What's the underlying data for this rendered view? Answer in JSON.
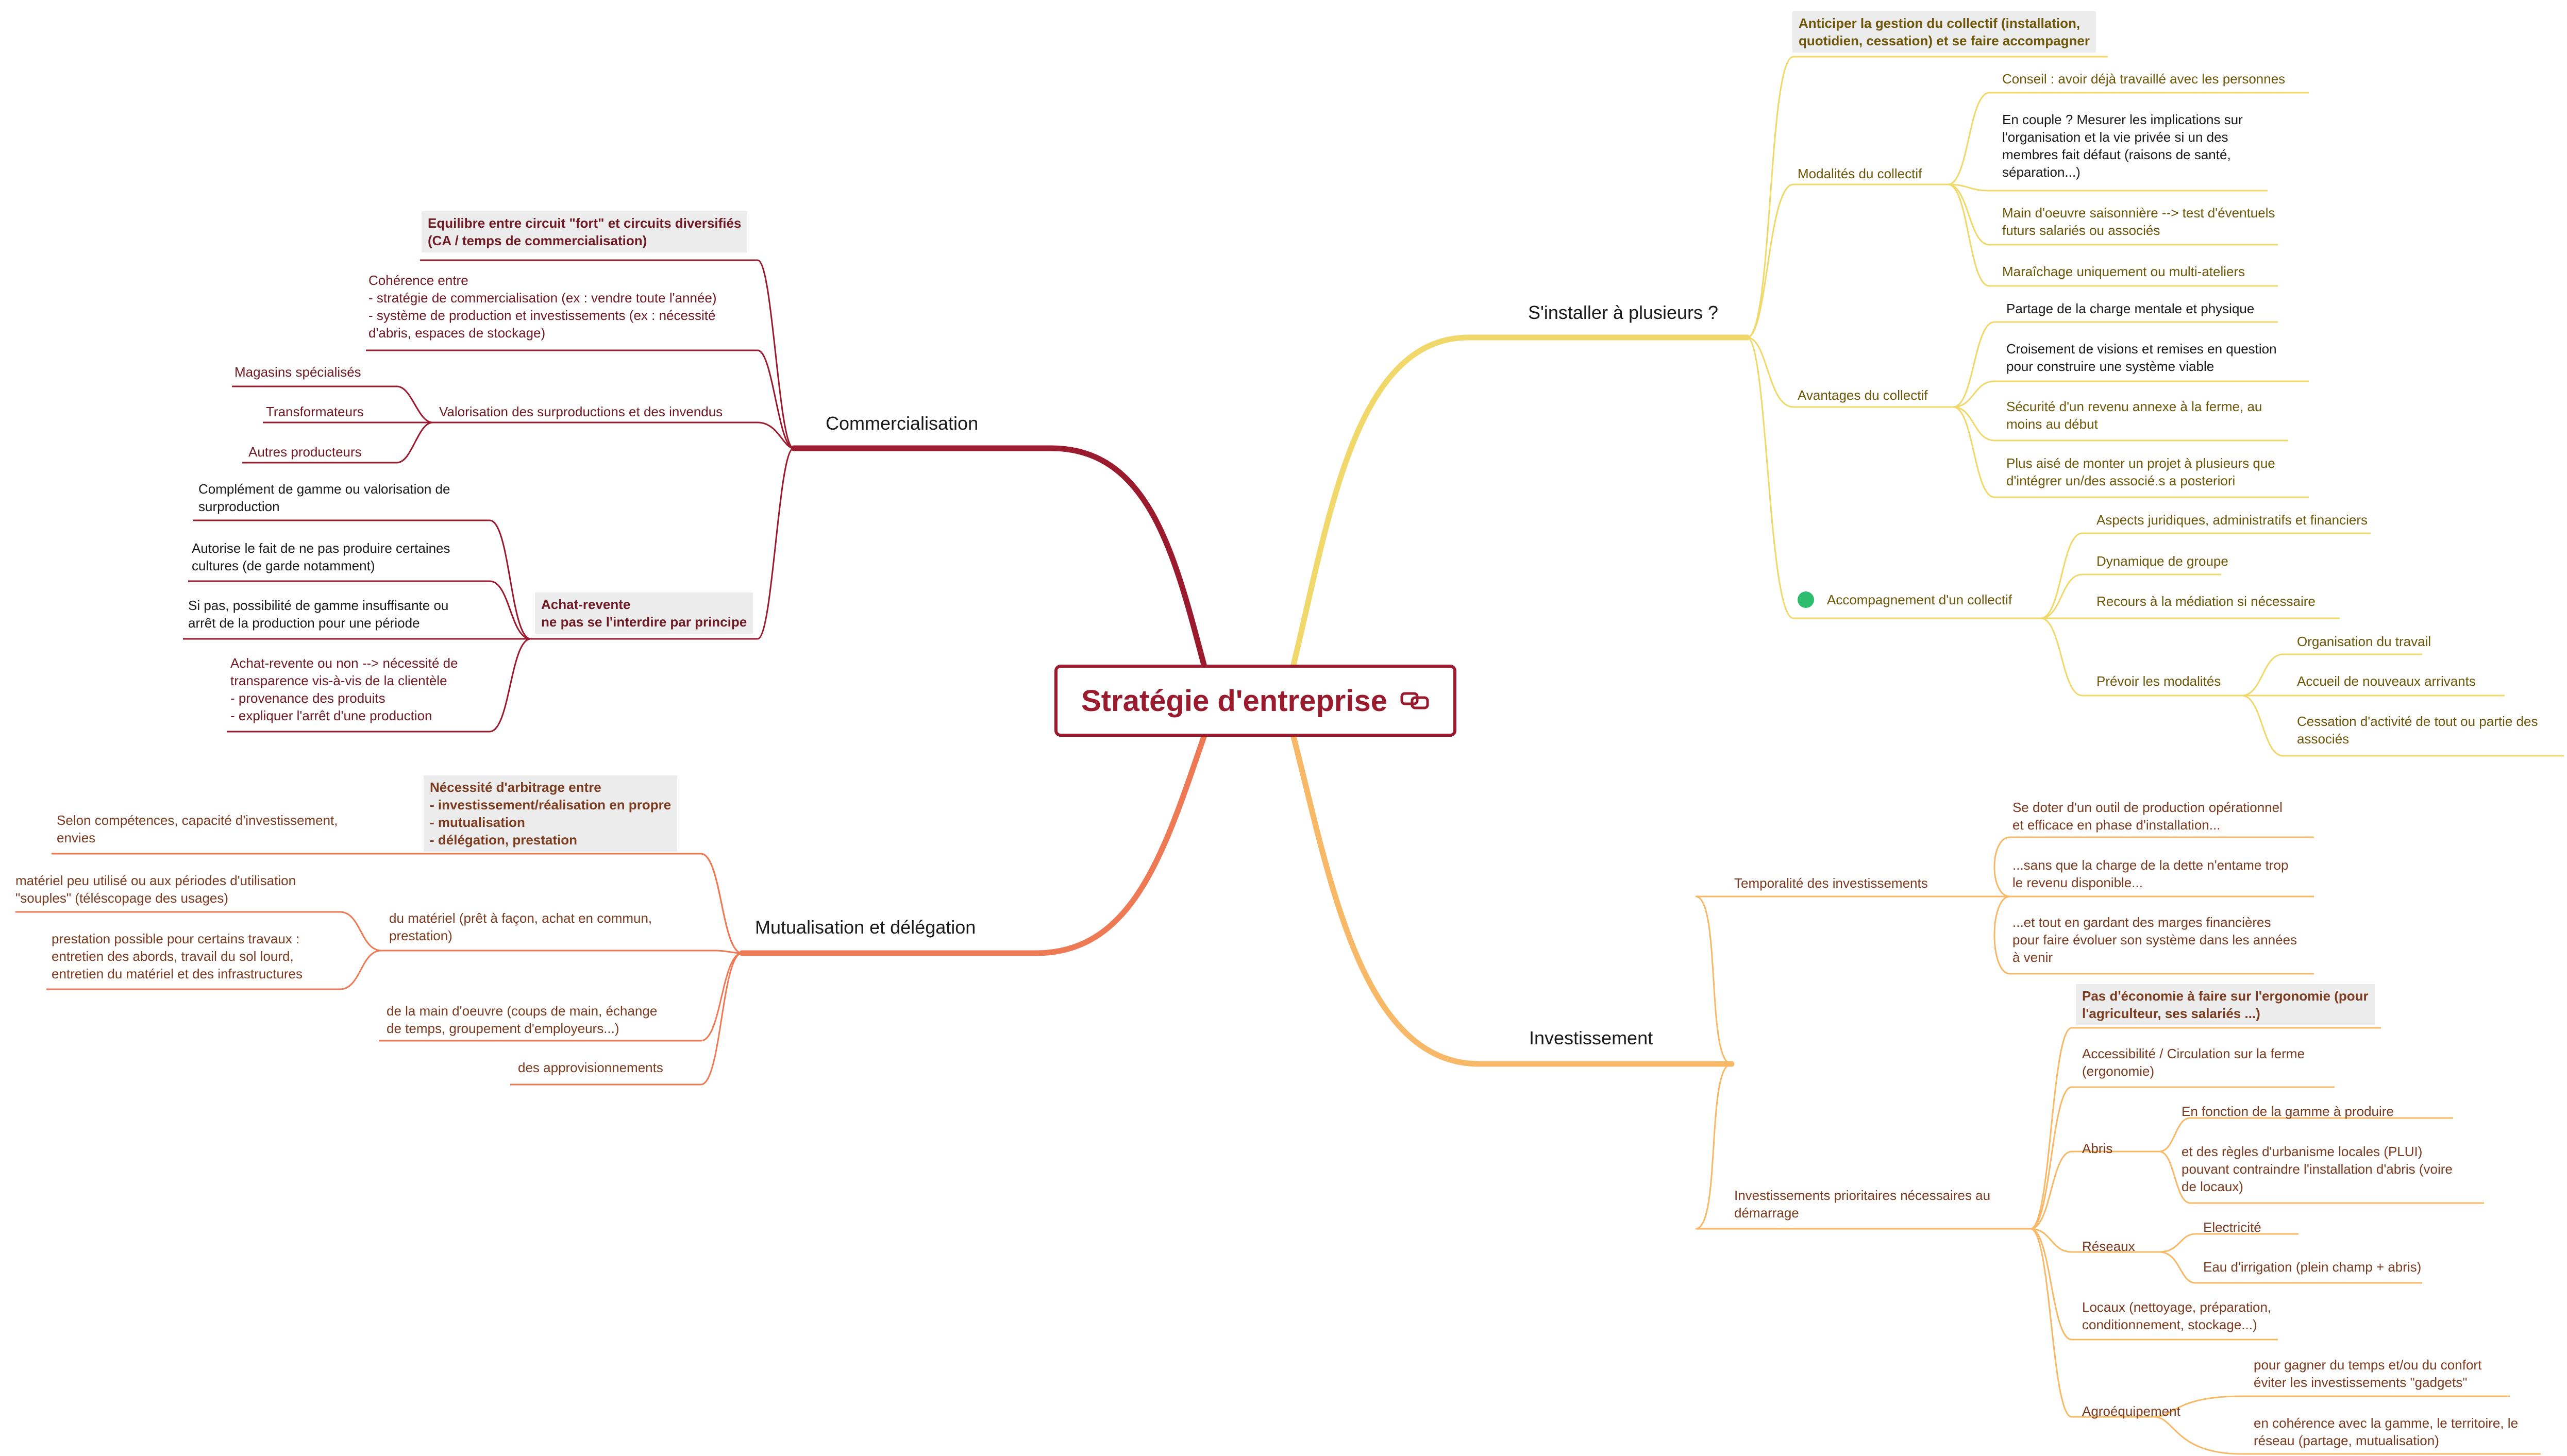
{
  "root": {
    "label": "Stratégie d'entreprise",
    "icon": "link-icon",
    "color": "#9a1a2e"
  },
  "colors": {
    "commercialisation": "#9a1a2e",
    "mutualisation": "#ee7a55",
    "installer": "#f0d86a",
    "investissement": "#f7b867"
  },
  "commercialisation": {
    "label": "Commercialisation",
    "equilibre": "Equilibre entre circuit \"fort\" et circuits diversifiés\n(CA / temps de commercialisation)",
    "coherence": "Cohérence entre\n- stratégie de commercialisation (ex : vendre toute l'année)\n- système de production et investissements (ex : nécessité\nd'abris, espaces de stockage)",
    "valorisation": {
      "label": "Valorisation des surproductions et des invendus",
      "items": [
        "Magasins spécialisés",
        "Transformateurs",
        "Autres producteurs"
      ]
    },
    "achat_revente": {
      "label": "Achat-revente\nne pas se l'interdire par principe",
      "items": [
        "Complément de gamme ou valorisation de\nsurproduction",
        "Autorise le fait de ne pas produire certaines\ncultures (de garde notamment)",
        "Si pas, possibilité de gamme insuffisante ou\narrêt de la production pour une période",
        "Achat-revente ou non --> nécessité de\ntransparence vis-à-vis de la clientèle\n- provenance des produits\n- expliquer l'arrêt d'une production"
      ]
    }
  },
  "mutualisation": {
    "label": "Mutualisation et délégation",
    "arbitrage": "Nécessité d'arbitrage entre\n- investissement/réalisation en propre\n- mutualisation\n- délégation, prestation",
    "competences": "Selon compétences, capacité d'investissement,\nenvies",
    "materiel": {
      "label": "du matériel (prêt à façon, achat en commun,\nprestation)",
      "items": [
        "matériel peu utilisé ou aux périodes d'utilisation\n\"souples\" (téléscopage des usages)",
        "prestation possible pour certains travaux :\nentretien des abords, travail du sol lourd,\nentretien du matériel et des infrastructures"
      ]
    },
    "main_oeuvre": "de la main d'oeuvre (coups de main, échange\nde temps, groupement d'employeurs...)",
    "approvisionnements": "des approvisionnements"
  },
  "installer": {
    "label": "S'installer à plusieurs ?",
    "anticiper": "Anticiper la gestion du collectif (installation,\nquotidien, cessation) et se faire accompagner",
    "modalites": {
      "label": "Modalités du collectif",
      "items": [
        "Conseil : avoir déjà travaillé avec les personnes",
        "En couple ? Mesurer les implications sur\nl'organisation et la vie privée si un des\nmembres fait défaut (raisons de santé,\nséparation...)",
        "Main d'oeuvre saisonnière --> test d'éventuels\nfuturs salariés ou associés",
        "Maraîchage uniquement ou multi-ateliers"
      ]
    },
    "avantages": {
      "label": "Avantages du collectif",
      "items": [
        "Partage de la charge mentale et physique",
        "Croisement de visions et remises en question\npour construire une système viable",
        "Sécurité d'un revenu annexe à la ferme, au\nmoins au début",
        "Plus aisé de monter un projet à plusieurs que\nd'intégrer un/des associé.s a posteriori"
      ]
    },
    "accompagnement": {
      "label": "Accompagnement d'un collectif",
      "icon": "star-badge-icon",
      "items": [
        "Aspects juridiques, administratifs et financiers",
        "Dynamique de groupe",
        "Recours à la médiation si nécessaire"
      ],
      "prevoir": {
        "label": "Prévoir les modalités",
        "items": [
          "Organisation du travail",
          "Accueil de nouveaux arrivants",
          "Cessation d'activité de tout ou partie des\nassociés"
        ]
      }
    }
  },
  "investissement": {
    "label": "Investissement",
    "temporalite": {
      "label": "Temporalité des investissements",
      "items": [
        "Se doter d'un outil de production opérationnel\net efficace en phase d'installation...",
        "...sans que la charge de la dette n'entame trop\nle revenu disponible...",
        "...et tout en gardant des marges financières\npour faire évoluer son système dans les années\nà venir"
      ]
    },
    "prioritaires": {
      "label": "Investissements prioritaires nécessaires au\ndémarrage",
      "ergonomie": "Pas d'économie à faire sur l'ergonomie (pour\nl'agriculteur, ses salariés ...)",
      "accessibilite": "Accessibilité / Circulation sur la ferme\n(ergonomie)",
      "abris": {
        "label": "Abris",
        "items": [
          "En fonction de la gamme à produire",
          "et des règles d'urbanisme locales (PLUI)\npouvant contraindre l'installation d'abris (voire\nde locaux)"
        ]
      },
      "reseaux": {
        "label": "Réseaux",
        "items": [
          "Electricité",
          "Eau d'irrigation (plein champ + abris)"
        ]
      },
      "locaux": "Locaux (nettoyage, préparation,\nconditionnement, stockage...)",
      "agro": {
        "label": "Agroéquipement",
        "items": [
          "pour gagner du temps et/ou du confort\néviter les investissements \"gadgets\"",
          "en cohérence avec la gamme, le territoire, le\nréseau (partage, mutualisation)"
        ]
      }
    }
  }
}
